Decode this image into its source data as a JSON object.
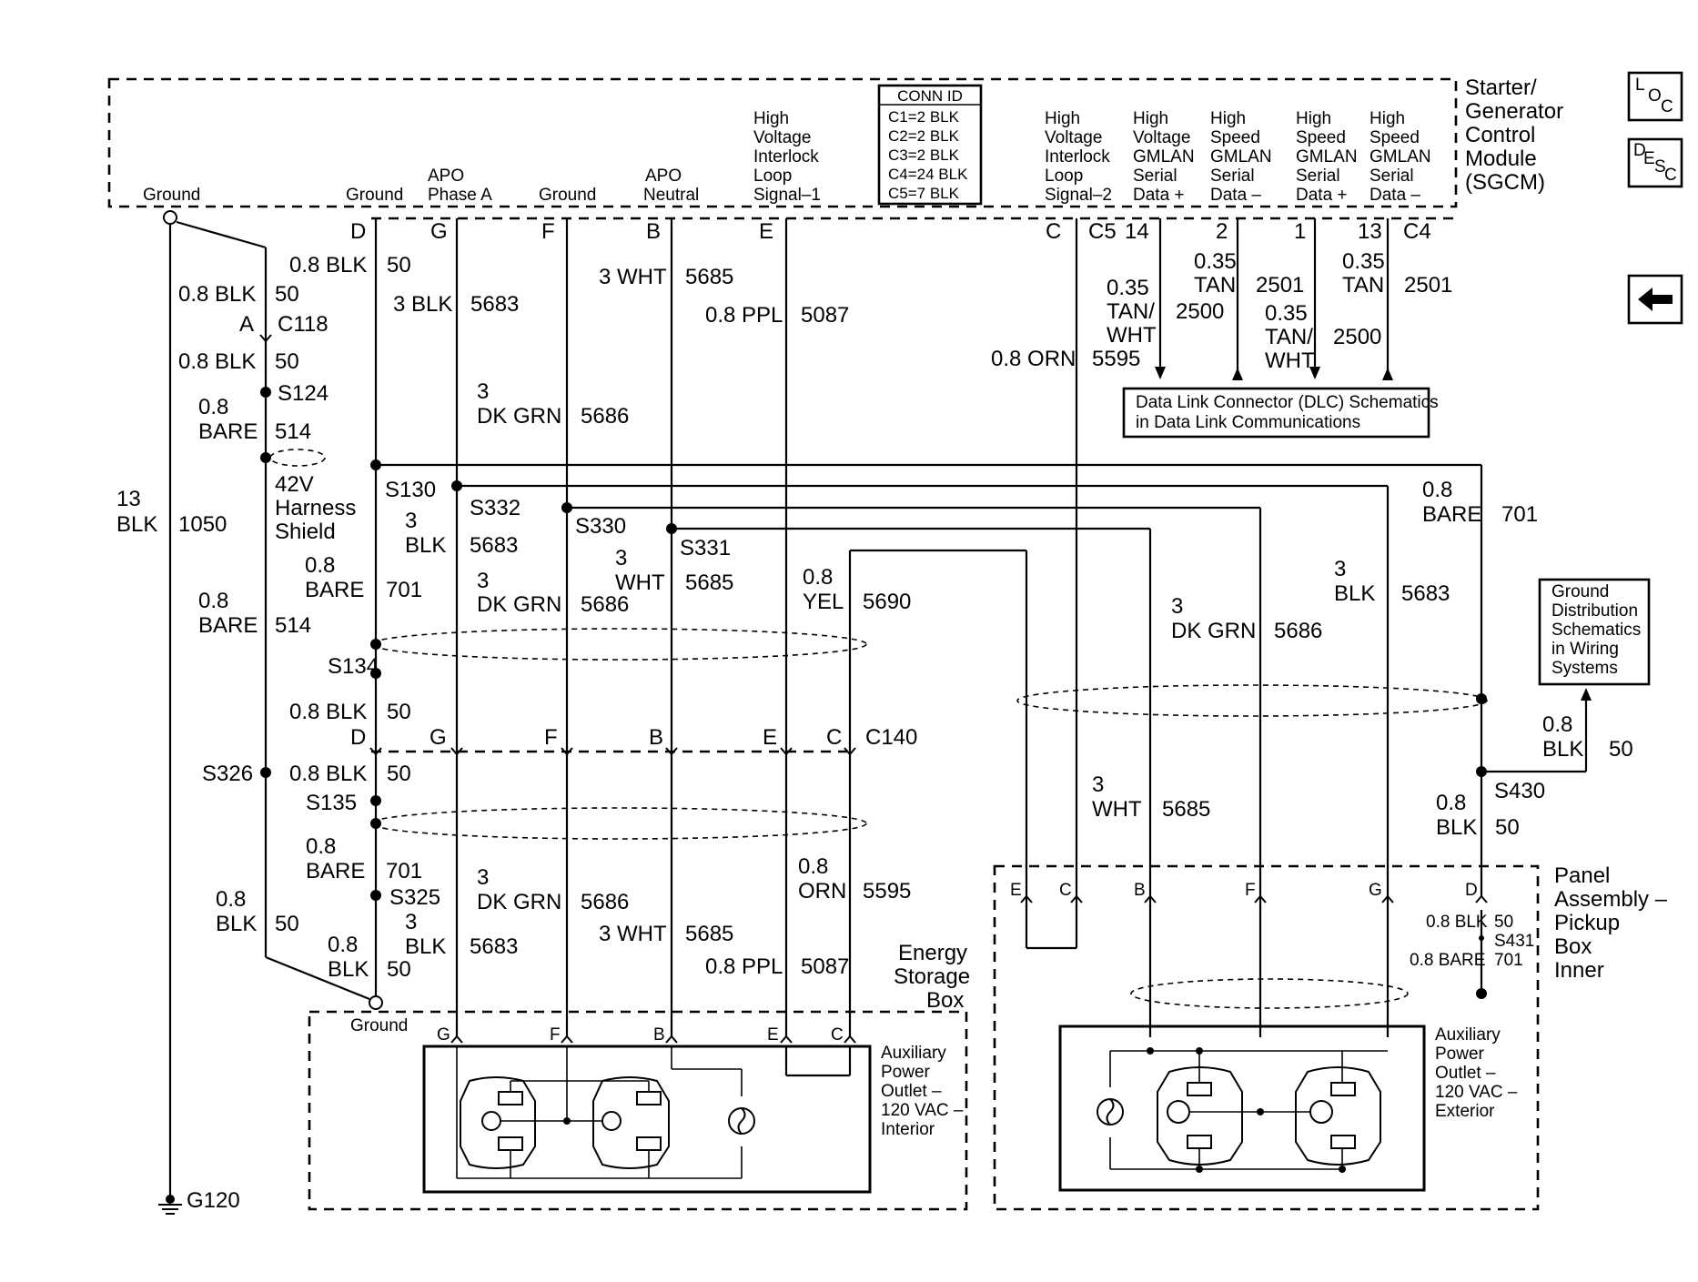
{
  "module": {
    "name": "Starter/ Generator Control Module (SGCM)",
    "lines": [
      "Starter/",
      "Generator",
      "Control",
      "Module",
      "(SGCM)"
    ]
  },
  "conn_id": {
    "title": "CONN ID",
    "rows": [
      "C1=2 BLK",
      "C2=2 BLK",
      "C3=2 BLK",
      "C4=24 BLK",
      "C5=7 BLK"
    ]
  },
  "nav": {
    "loc": {
      "l1": "L",
      "l2": "O",
      "l3": "C"
    },
    "desc": {
      "l1": "D",
      "l2": "E",
      "l3": "S",
      "l4": "C"
    },
    "back_arrow": "←",
    "icons": [
      "loc-icon",
      "desc-icon",
      "back-arrow-icon"
    ]
  },
  "sgcm_pins": {
    "ground1": "Ground",
    "ground2": "Ground",
    "apo_phase_a": [
      "APO",
      "Phase A"
    ],
    "ground3": "Ground",
    "apo_neutral": [
      "APO",
      "Neutral"
    ],
    "hvil1": [
      "High",
      "Voltage",
      "Interlock",
      "Loop",
      "Signal–1"
    ],
    "hvil2": [
      "High",
      "Voltage",
      "Interlock",
      "Loop",
      "Signal–2"
    ],
    "hv_serial_plus": [
      "High",
      "Voltage",
      "Serial",
      "Data +"
    ],
    "hv_serial_minus": [
      "High",
      "Speed",
      "GMLAN",
      "Serial",
      "Data –"
    ],
    "hs_gmlan_plus": [
      "High",
      "Speed",
      "GMLAN",
      "Serial",
      "Data +"
    ],
    "hs_gmlan_minus": [
      "High",
      "Speed",
      "GMLAN",
      "Serial",
      "Data –"
    ],
    "hv_serial_plus_gmlan": "GMLAN"
  },
  "pin_letters": {
    "D": "D",
    "G": "G",
    "F": "F",
    "B": "B",
    "E": "E",
    "C": "C",
    "C5": "C5",
    "p14": "14",
    "p2": "2",
    "p1": "1",
    "p13": "13",
    "C4": "C4"
  },
  "wires": {
    "w50a": {
      "gauge": "0.8 BLK",
      "circuit": "50"
    },
    "w50b": {
      "gauge": "0.8 BLK",
      "circuit": "50"
    },
    "w50c": {
      "gauge": "0.8 BLK",
      "circuit": "50"
    },
    "w5683": {
      "gauge": "3 BLK",
      "circuit": "5683"
    },
    "w5685": {
      "gauge": "3 WHT",
      "circuit": "5685"
    },
    "w5087": {
      "gauge": "0.8 PPL",
      "circuit": "5087"
    },
    "w5686": {
      "gauge1": "3",
      "gauge2": "DK GRN",
      "circuit": "5686"
    },
    "w5595": {
      "gauge": "0.8 ORN",
      "circuit": "5595"
    },
    "w2500a": {
      "g1": "0.35",
      "g2": "TAN/",
      "g3": "WHT",
      "circuit": "2500"
    },
    "w2501a": {
      "g1": "0.35",
      "g2": "TAN",
      "circuit": "2501"
    },
    "w2500b": {
      "g1": "0.35",
      "g2": "TAN/",
      "g3": "WHT",
      "circuit": "2500"
    },
    "w2501b": {
      "g1": "0.35",
      "g2": "TAN",
      "circuit": "2501"
    },
    "w514a": {
      "g1": "0.8",
      "g2": "BARE",
      "circuit": "514"
    },
    "w1050": {
      "g1": "13",
      "g2": "BLK",
      "circuit": "1050"
    },
    "shield": [
      "42V",
      "Harness",
      "Shield"
    ],
    "w701a": {
      "g1": "0.8",
      "g2": "BARE",
      "circuit": "701"
    },
    "w5683b": {
      "g1": "3",
      "g2": "BLK",
      "circuit": "5683"
    },
    "w5686b": {
      "g1": "3",
      "g2": "DK GRN",
      "circuit": "5686"
    },
    "w5685b": {
      "g1": "3",
      "g2": "WHT",
      "circuit": "5685"
    },
    "w5690": {
      "g1": "0.8",
      "g2": "YEL",
      "circuit": "5690"
    },
    "w514b": {
      "g1": "0.8",
      "g2": "BARE",
      "circuit": "514"
    },
    "w701r": {
      "g1": "0.8",
      "g2": "BARE",
      "circuit": "701"
    },
    "w5683r": {
      "g1": "3",
      "g2": "BLK",
      "circuit": "5683"
    },
    "w5686r": {
      "g1": "3",
      "g2": "DK GRN",
      "circuit": "5686"
    },
    "w5685r": {
      "g1": "3",
      "g2": "WHT",
      "circuit": "5685"
    },
    "w50r1": {
      "g1": "0.8",
      "g2": "BLK",
      "circuit": "50"
    },
    "w50r2": {
      "g1": "0.8",
      "g2": "BLK",
      "circuit": "50"
    },
    "w50d": {
      "gauge": "0.8 BLK",
      "circuit": "50"
    },
    "w50e": {
      "gauge": "0.8 BLK",
      "circuit": "50"
    },
    "w701c": {
      "g1": "0.8",
      "g2": "BARE",
      "circuit": "701"
    },
    "w5686c": {
      "g1": "3",
      "g2": "DK GRN",
      "circuit": "5686"
    },
    "w5683c": {
      "g1": "3",
      "g2": "BLK",
      "circuit": "5683"
    },
    "w5685c": {
      "gauge": "3 WHT",
      "circuit": "5685"
    },
    "w5087b": {
      "gauge": "0.8 PPL",
      "circuit": "5087"
    },
    "w5595b": {
      "g1": "0.8",
      "g2": "ORN",
      "circuit": "5595"
    },
    "w50f": {
      "g1": "0.8",
      "g2": "BLK",
      "circuit": "50"
    },
    "w50g": {
      "g1": "0.8",
      "g2": "BLK",
      "circuit": "50"
    },
    "w50h": {
      "gauge": "0.8 BLK",
      "circuit": "50"
    },
    "w701d": {
      "gauge": "0.8 BARE",
      "circuit": "701"
    }
  },
  "splices": {
    "S124": "S124",
    "S130": "S130",
    "S332": "S332",
    "S330": "S330",
    "S331": "S331",
    "S134": "S134",
    "S326": "S326",
    "S135": "S135",
    "S325": "S325",
    "S430": "S430",
    "S431": "S431"
  },
  "connectors": {
    "A": "A",
    "C118": "C118",
    "C140": "C140"
  },
  "c140_pins": {
    "D": "D",
    "G": "G",
    "F": "F",
    "B": "B",
    "E": "E",
    "C": "C"
  },
  "esb_pins": {
    "G": "G",
    "F": "F",
    "B": "B",
    "E": "E",
    "C": "C"
  },
  "pba_pins": {
    "E": "E",
    "C": "C",
    "B": "B",
    "F": "F",
    "G": "G",
    "D": "D"
  },
  "ground_bottom": "Ground",
  "g120": "G120",
  "dlc_ref": [
    "Data Link Connector (DLC) Schematics",
    "in Data Link Communications"
  ],
  "gnd_ref": [
    "Ground",
    "Distribution",
    "Schematics",
    "in Wiring",
    "Systems"
  ],
  "energy_box": [
    "Energy",
    "Storage",
    "Box"
  ],
  "apo_interior": [
    "Auxiliary",
    "Power",
    "Outlet –",
    "120 VAC –",
    "Interior"
  ],
  "apo_exterior": [
    "Auxiliary",
    "Power",
    "Outlet –",
    "120 VAC –",
    "Exterior"
  ],
  "panel_assembly": [
    "Panel",
    "Assembly –",
    "Pickup",
    "Box",
    "Inner"
  ]
}
